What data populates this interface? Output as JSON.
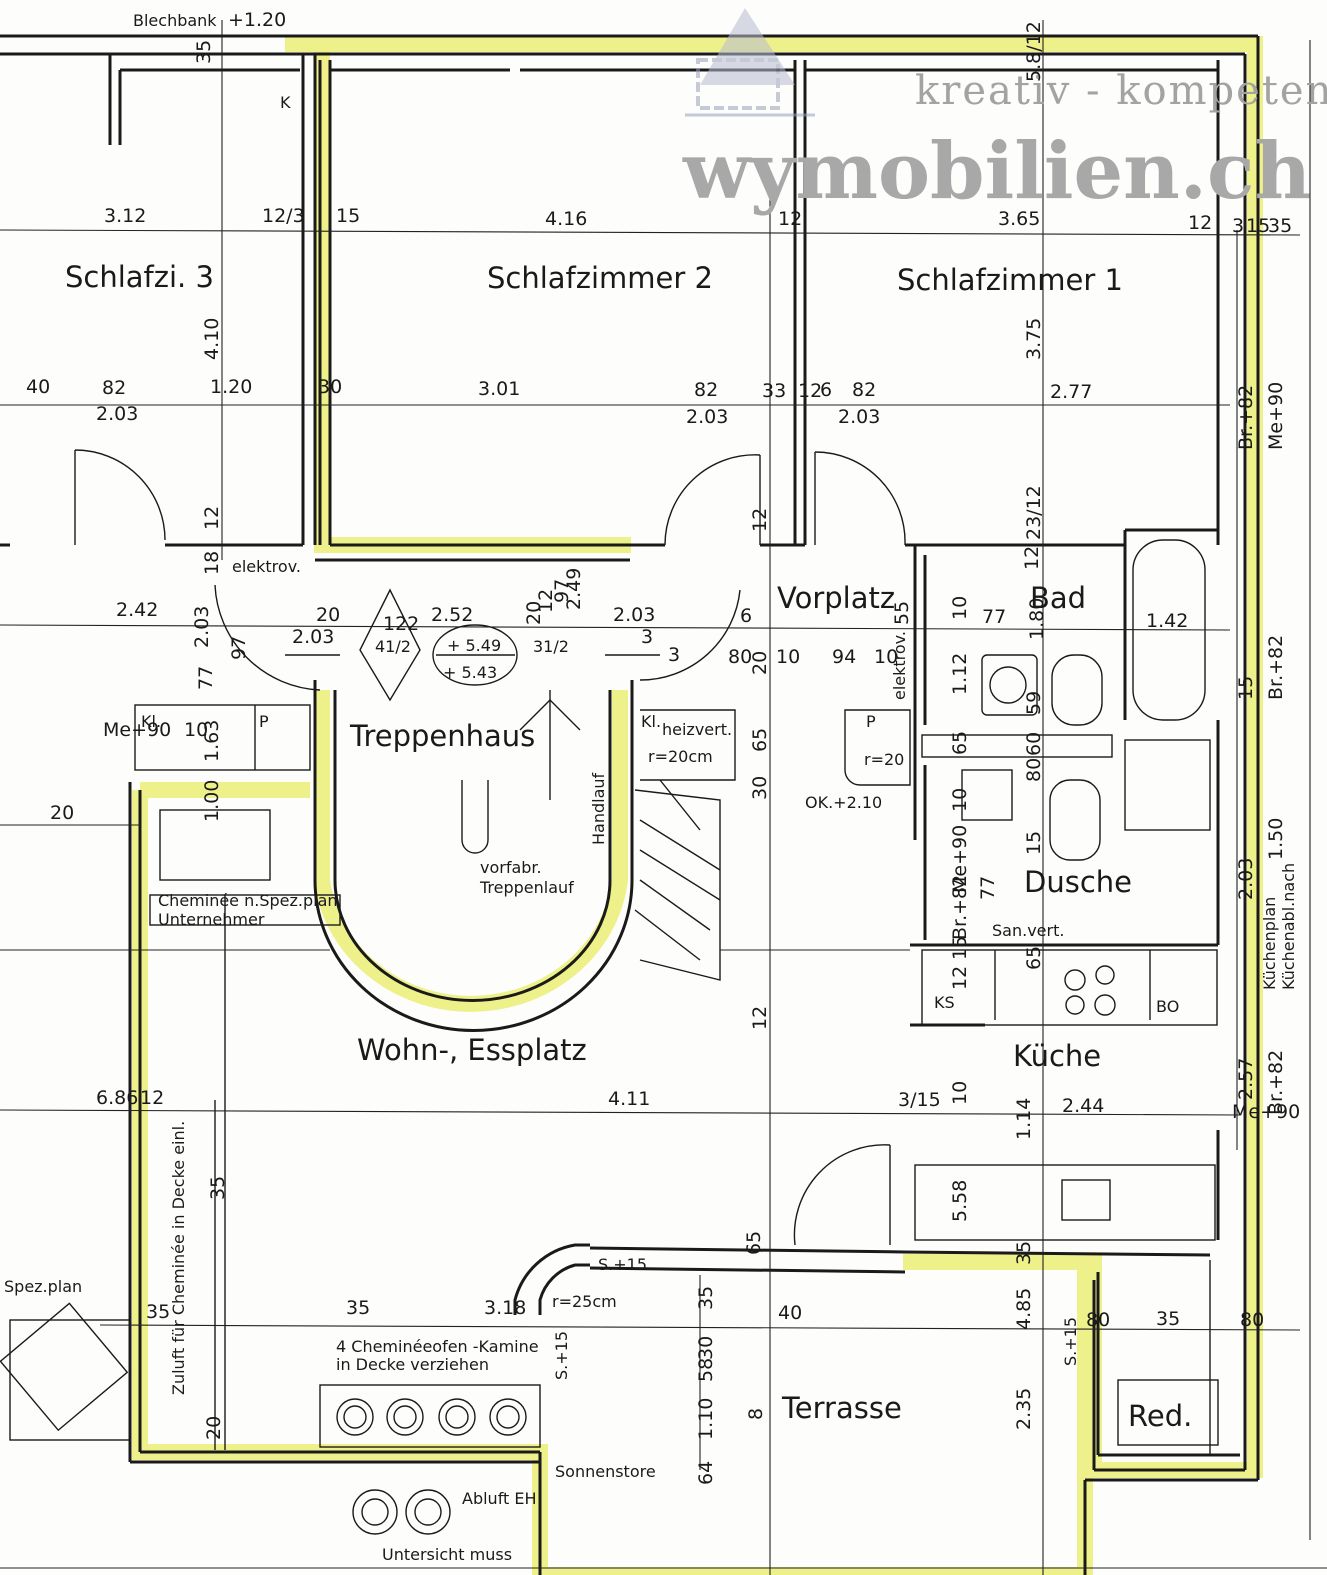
{
  "watermark": {
    "tagline": "kreativ - kompetent",
    "name": "wymobilien.ch",
    "logo_icon": "house-grid-logo-icon"
  },
  "rooms": {
    "schlafzimmer_3": "Schlafzi. 3",
    "schlafzimmer_2": "Schlafzimmer 2",
    "schlafzimmer_1": "Schlafzimmer 1",
    "vorplatz": "Vorplatz",
    "bad": "Bad",
    "treppenhaus": "Treppenhaus",
    "dusche": "Dusche",
    "kueche": "Küche",
    "wohn_essplatz": "Wohn-, Essplatz",
    "terrasse": "Terrasse",
    "reduit": "Red."
  },
  "labels": {
    "blechbank": "Blechbank",
    "elektrov": "elektrov.",
    "elektrov_2": "elektrov.",
    "handlauf": "Handlauf",
    "vorfabr_1": "vorfabr.",
    "vorfabr_2": "Treppenlauf",
    "kl_1": "Kl.",
    "kl_2": "Kl.",
    "heizvert": "heizvert.",
    "r20cm": "r=20cm",
    "r20": "r=20",
    "ok": "OK.+2.10",
    "sanvert": "San.vert.",
    "cheminee_1": "Cheminée n.Spez.plan",
    "cheminee_2": "Unternehmer",
    "zuluft": "Zuluft für Cheminée in Decke einl.",
    "spezplan": "Spez.plan",
    "kamine_1": "4 Cheminéeofen -Kamine",
    "kamine_2": "in Decke verziehen",
    "sonnenstore": "Sonnenstore",
    "abluft": "Abluft EH",
    "untersicht": "Untersicht muss",
    "r25cm": "r=25cm",
    "kuechenplan_1": "Küchenplan",
    "kuechenplan_2": "Küchenabl.nach",
    "ks": "KS",
    "bo": "BO",
    "p1": "P",
    "p2": "P",
    "level_1": "+ 5.49",
    "level_2": "+ 5.43",
    "stair_a": "41/2",
    "stair_b": "31/2",
    "k": "K",
    "s15_a": "S.+15",
    "s15_b": "S.+15",
    "s15_c": "S.+15"
  },
  "dimensions": [
    "+1.20",
    "35",
    "5.8/12",
    "3.12",
    "12/3",
    "15",
    "4.16",
    "12",
    "3.65",
    "12",
    "3",
    "15",
    "35",
    "4.10",
    "12",
    "40",
    "82",
    "1.20",
    "30",
    "3.01",
    "82",
    "33",
    "12",
    "6",
    "82",
    "2.77",
    "3.75",
    "2.03",
    "2.03",
    "2.03",
    "Br.+82",
    "Me+90",
    "12",
    "23/12",
    "12",
    "18",
    "2.42",
    "20",
    "122",
    "2.52",
    "12",
    "97",
    "2.03",
    "20",
    "2.49",
    "6",
    "2.03",
    "97",
    "2.03",
    "3",
    "3",
    "80",
    "10",
    "94",
    "10",
    "55",
    "10",
    "77",
    "1.80",
    "1.42",
    "77",
    "20",
    "1.12",
    "59",
    "15",
    "Br.+82",
    "Me+90",
    "10",
    "1.63",
    "65",
    "65",
    "60",
    "20",
    "1.00",
    "30",
    "10",
    "80",
    "15",
    "1.50",
    "Me+90",
    "77",
    "2.03",
    "Br.+82",
    "15",
    "12",
    "65",
    "12",
    "4.11",
    "6.86",
    "12",
    "3/15",
    "10",
    "1.14",
    "2.44",
    "2.57",
    "Br.+82",
    "Me+90",
    "35",
    "5.58",
    "65",
    "35",
    "35",
    "3.18",
    "35",
    "40",
    "4.85",
    "80",
    "35",
    "80",
    "35",
    "30",
    "58",
    "8",
    "2.35",
    "1.10",
    "64",
    "20",
    "35"
  ]
}
